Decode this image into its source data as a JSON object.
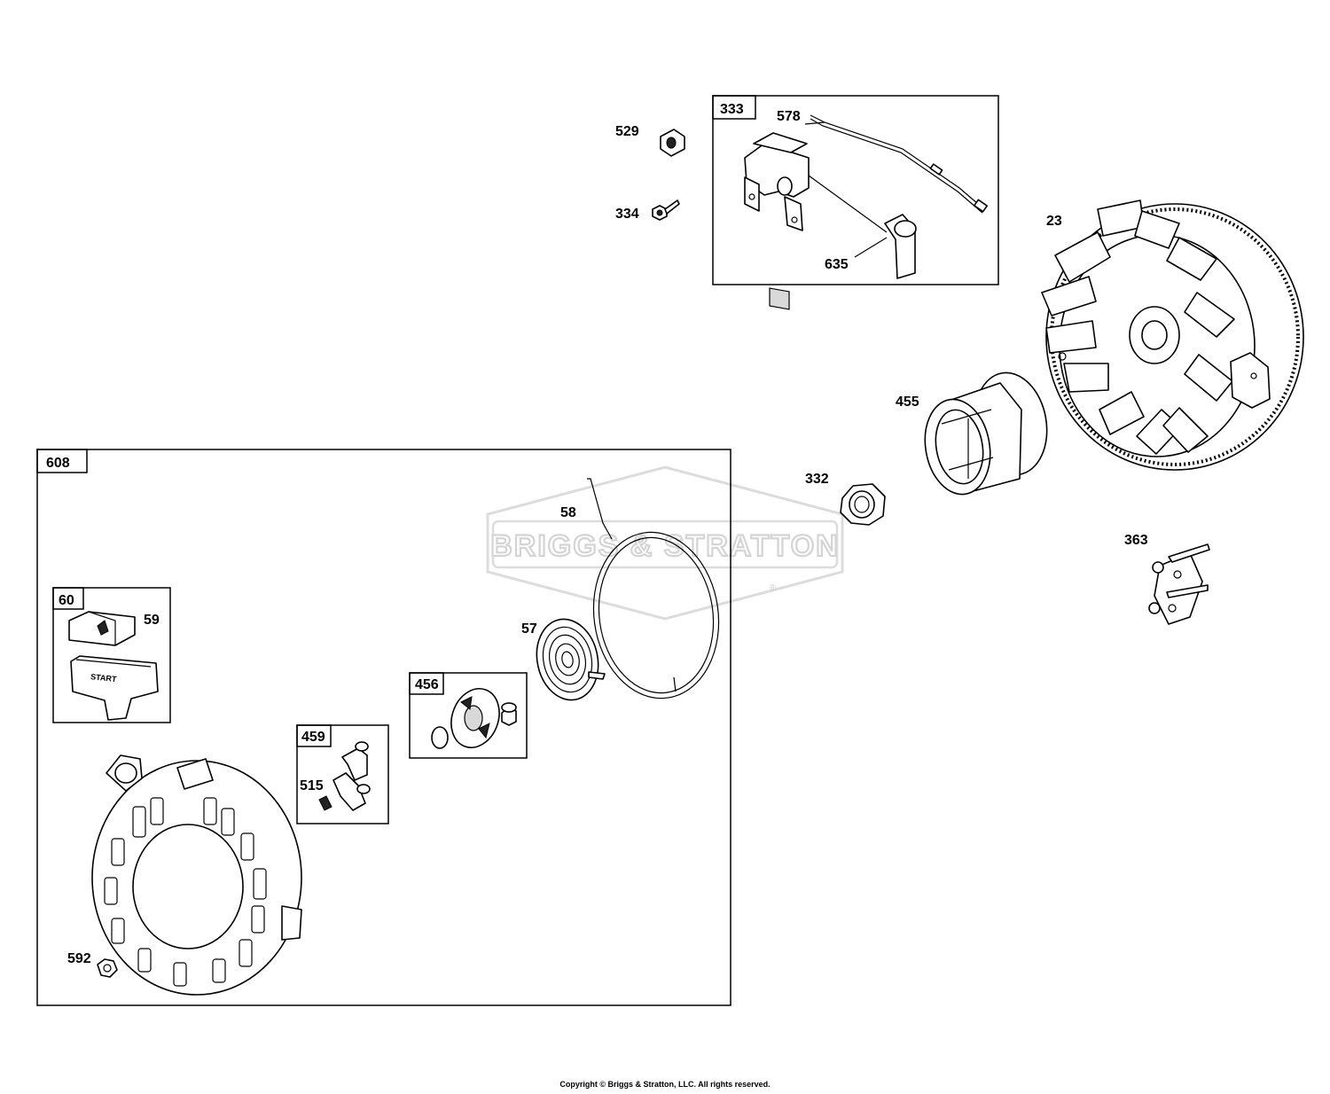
{
  "watermark": {
    "text": "BRIGGS & STRATTON",
    "registered": "®"
  },
  "boxes": {
    "b333": "333",
    "b608": "608",
    "b60": "60",
    "b459": "459",
    "b456": "456"
  },
  "callouts": {
    "c529": "529",
    "c334": "334",
    "c578": "578",
    "c635": "635",
    "c23": "23",
    "c455": "455",
    "c332": "332",
    "c363": "363",
    "c58": "58",
    "c57": "57",
    "c59": "59",
    "c515": "515",
    "c592": "592"
  },
  "handle_text": "START",
  "copyright": "Copyright © Briggs & Stratton, LLC. All rights reserved."
}
